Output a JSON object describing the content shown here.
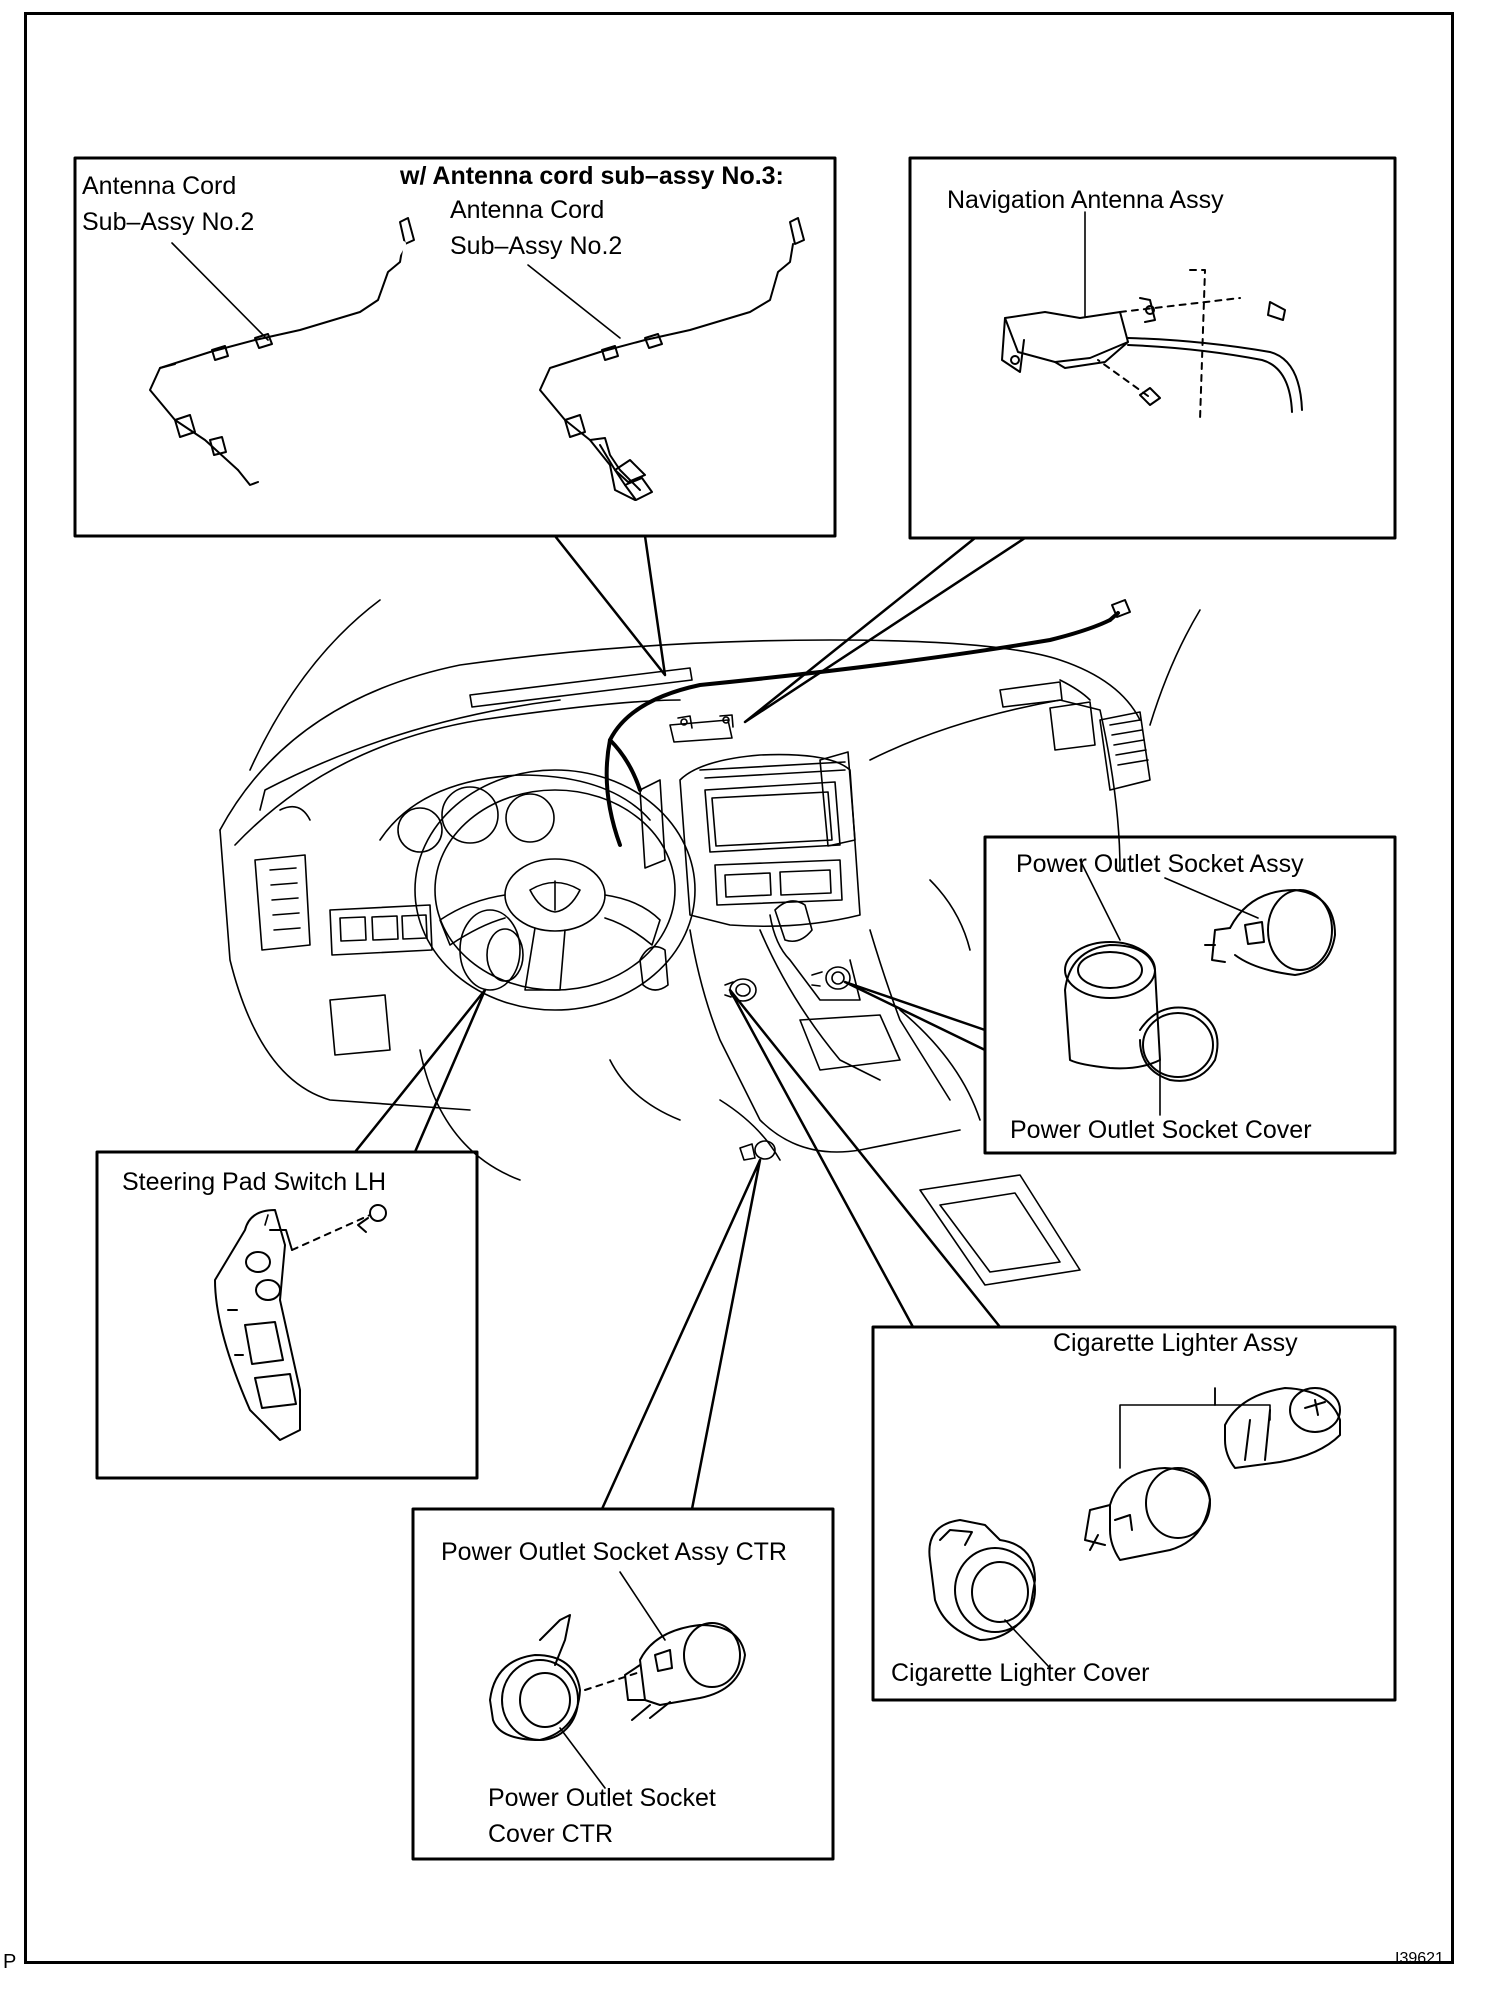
{
  "labels": {
    "antenna_cord_1_line1": "Antenna Cord",
    "antenna_cord_1_line2": "Sub–Assy No.2",
    "antenna_no3_header": "w/ Antenna cord sub–assy No.3:",
    "antenna_cord_2_line1": "Antenna Cord",
    "antenna_cord_2_line2": "Sub–Assy No.2",
    "navigation_antenna": "Navigation Antenna Assy",
    "power_outlet_socket_assy": "Power Outlet Socket Assy",
    "power_outlet_socket_cover": "Power Outlet Socket Cover",
    "steering_pad_switch": "Steering Pad Switch LH",
    "cigarette_lighter_assy": "Cigarette Lighter Assy",
    "cigarette_lighter_cover": "Cigarette Lighter Cover",
    "power_outlet_ctr": "Power Outlet Socket Assy CTR",
    "power_outlet_cover_ctr_line1": "Power Outlet Socket",
    "power_outlet_cover_ctr_line2": "Cover CTR"
  },
  "footer": {
    "corner_letter": "P",
    "figure_id": "I39621"
  },
  "colors": {
    "ink": "#000000",
    "paper": "#ffffff"
  }
}
